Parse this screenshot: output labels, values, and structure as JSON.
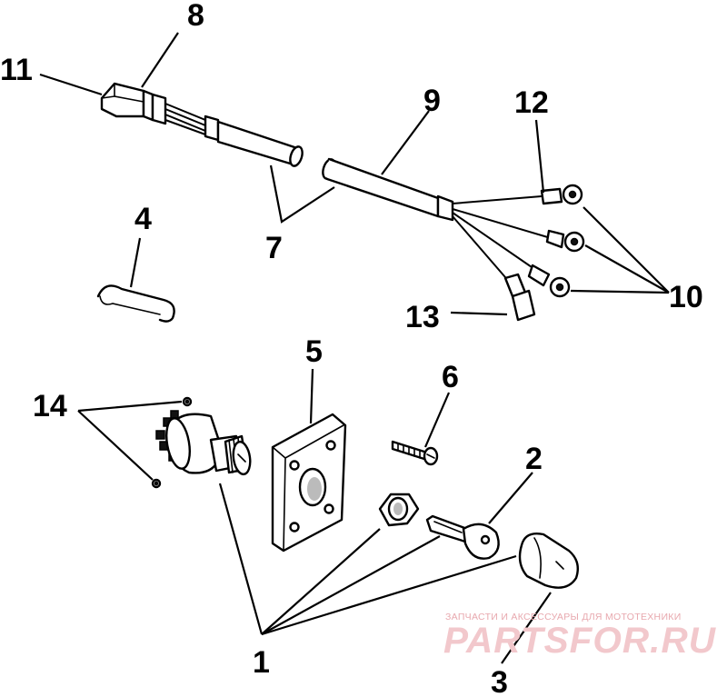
{
  "callouts": {
    "c1": "1",
    "c2": "2",
    "c3": "3",
    "c4": "4",
    "c5": "5",
    "c6": "6",
    "c7": "7",
    "c8": "8",
    "c9": "9",
    "c10": "10",
    "c11": "11",
    "c12": "12",
    "c13": "13",
    "c14": "14"
  },
  "watermark": {
    "caption": "ЗАПЧАСТИ И АКСЕССУАРЫ ДЛЯ МОТОТЕХНИКИ",
    "logo": "PARTSFOR.RU"
  }
}
